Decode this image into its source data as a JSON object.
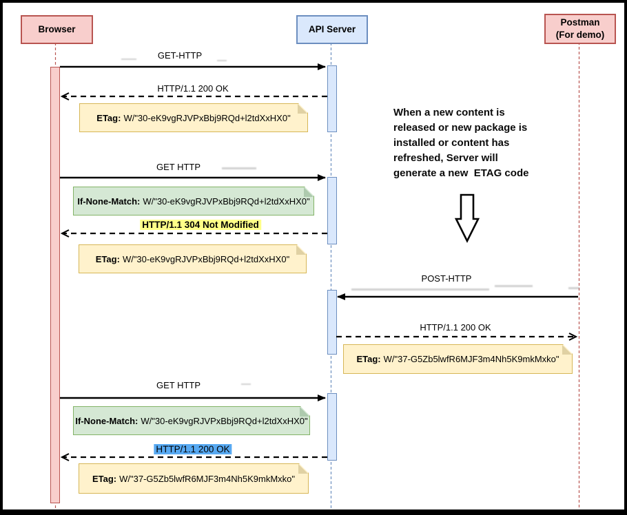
{
  "actors": {
    "browser": {
      "label": "Browser"
    },
    "api_server": {
      "label": "API Server"
    },
    "postman": {
      "line1": "Postman",
      "line2": "(For demo)"
    }
  },
  "messages": {
    "get_http_1": "GET-HTTP",
    "ok_200_1": "HTTP/1.1 200 OK",
    "get_http_2": "GET HTTP",
    "not_modified_304": "HTTP/1.1 304 Not Modified",
    "post_http": "POST-HTTP",
    "ok_200_2": "HTTP/1.1 200 OK",
    "get_http_3": "GET HTTP",
    "ok_200_3": "HTTP/1.1 200 OK"
  },
  "notes": {
    "etag_30_first": {
      "prefix": "ETag:",
      "value": "W/\"30-eK9vgRJVPxBbj9RQd+l2tdXxHX0\""
    },
    "if_none_match_1": {
      "prefix": "If-None-Match:",
      "value": "W/\"30-eK9vgRJVPxBbj9RQd+l2tdXxHX0\""
    },
    "etag_30_second": {
      "prefix": "ETag:",
      "value": "W/\"30-eK9vgRJVPxBbj9RQd+l2tdXxHX0\""
    },
    "etag_37_server": {
      "prefix": "ETag:",
      "value": "W/\"37-G5Zb5lwfR6MJF3m4Nh5K9mkMxko\""
    },
    "if_none_match_2": {
      "prefix": "If-None-Match:",
      "value": "W/\"30-eK9vgRJVPxBbj9RQd+l2tdXxHX0\""
    },
    "etag_37_final": {
      "prefix": "ETag:",
      "value": "W/\"37-G5Zb5lwfR6MJF3m4Nh5K9mkMxko\""
    }
  },
  "annotation": {
    "lines": [
      "When a new content is",
      "released or new package is",
      "installed or content has",
      "refreshed, Server will",
      "generate a new  ETAG code"
    ]
  },
  "colors": {
    "actor_pink_fill": "#f8cecc",
    "actor_pink_border": "#b85450",
    "actor_blue_fill": "#dae8fc",
    "actor_blue_border": "#6c8ebf",
    "note_yellow_fill": "#fff2cc",
    "note_yellow_border": "#d6b656",
    "note_green_fill": "#d5e8d4",
    "note_green_border": "#82b366",
    "highlight_yellow": "#ffff88",
    "highlight_blue": "#57a9f2"
  }
}
